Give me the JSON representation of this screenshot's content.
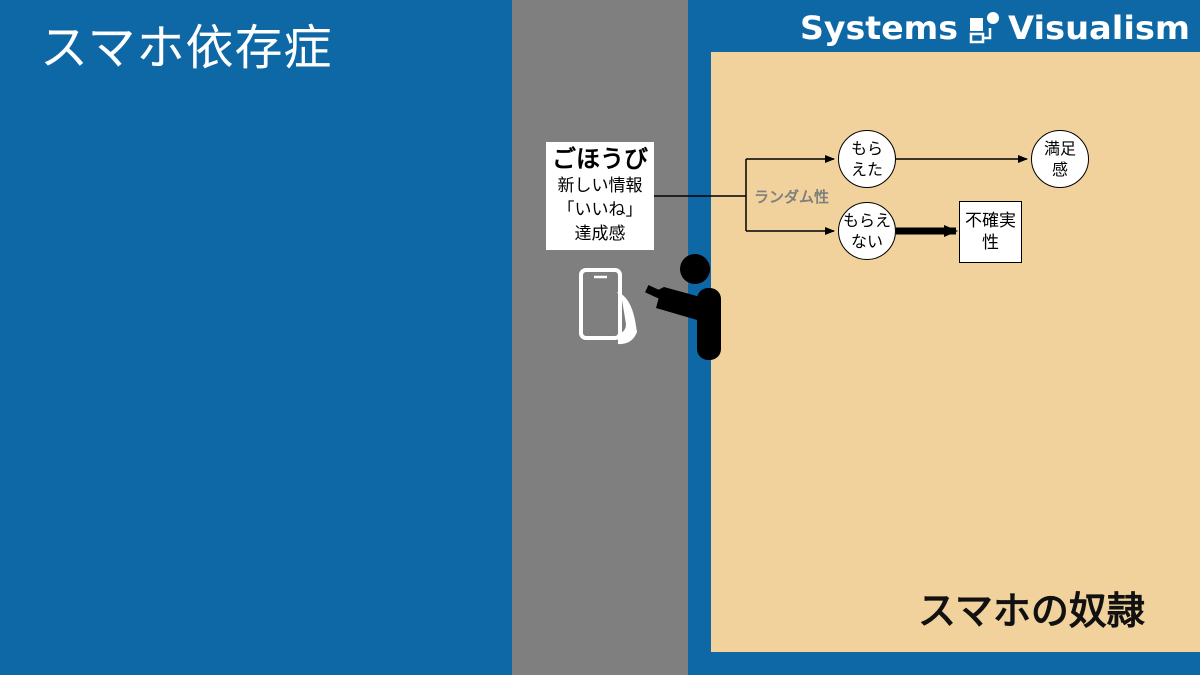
{
  "slide": {
    "title": "スマホ依存症",
    "caption": "スマホの奴隷"
  },
  "brand": {
    "word1": "Systems",
    "word2": "Visualism"
  },
  "reward": {
    "title": "ごほうび",
    "lines": [
      "新しい情報",
      "「いいね」",
      "達成感"
    ]
  },
  "diagram": {
    "branch_label": "ランダム性",
    "node_received": "もら\nえた",
    "node_satisfied": "満足\n感",
    "node_not_received": "もらえ\nない",
    "node_uncertainty": "不確実\n性"
  },
  "colors": {
    "background": "#0e68a6",
    "band": "#7f7f7f",
    "panel": "#f2d29c"
  },
  "icons": [
    "smartphone-icon",
    "person-using-phone-icon",
    "brand-logo-icon"
  ]
}
